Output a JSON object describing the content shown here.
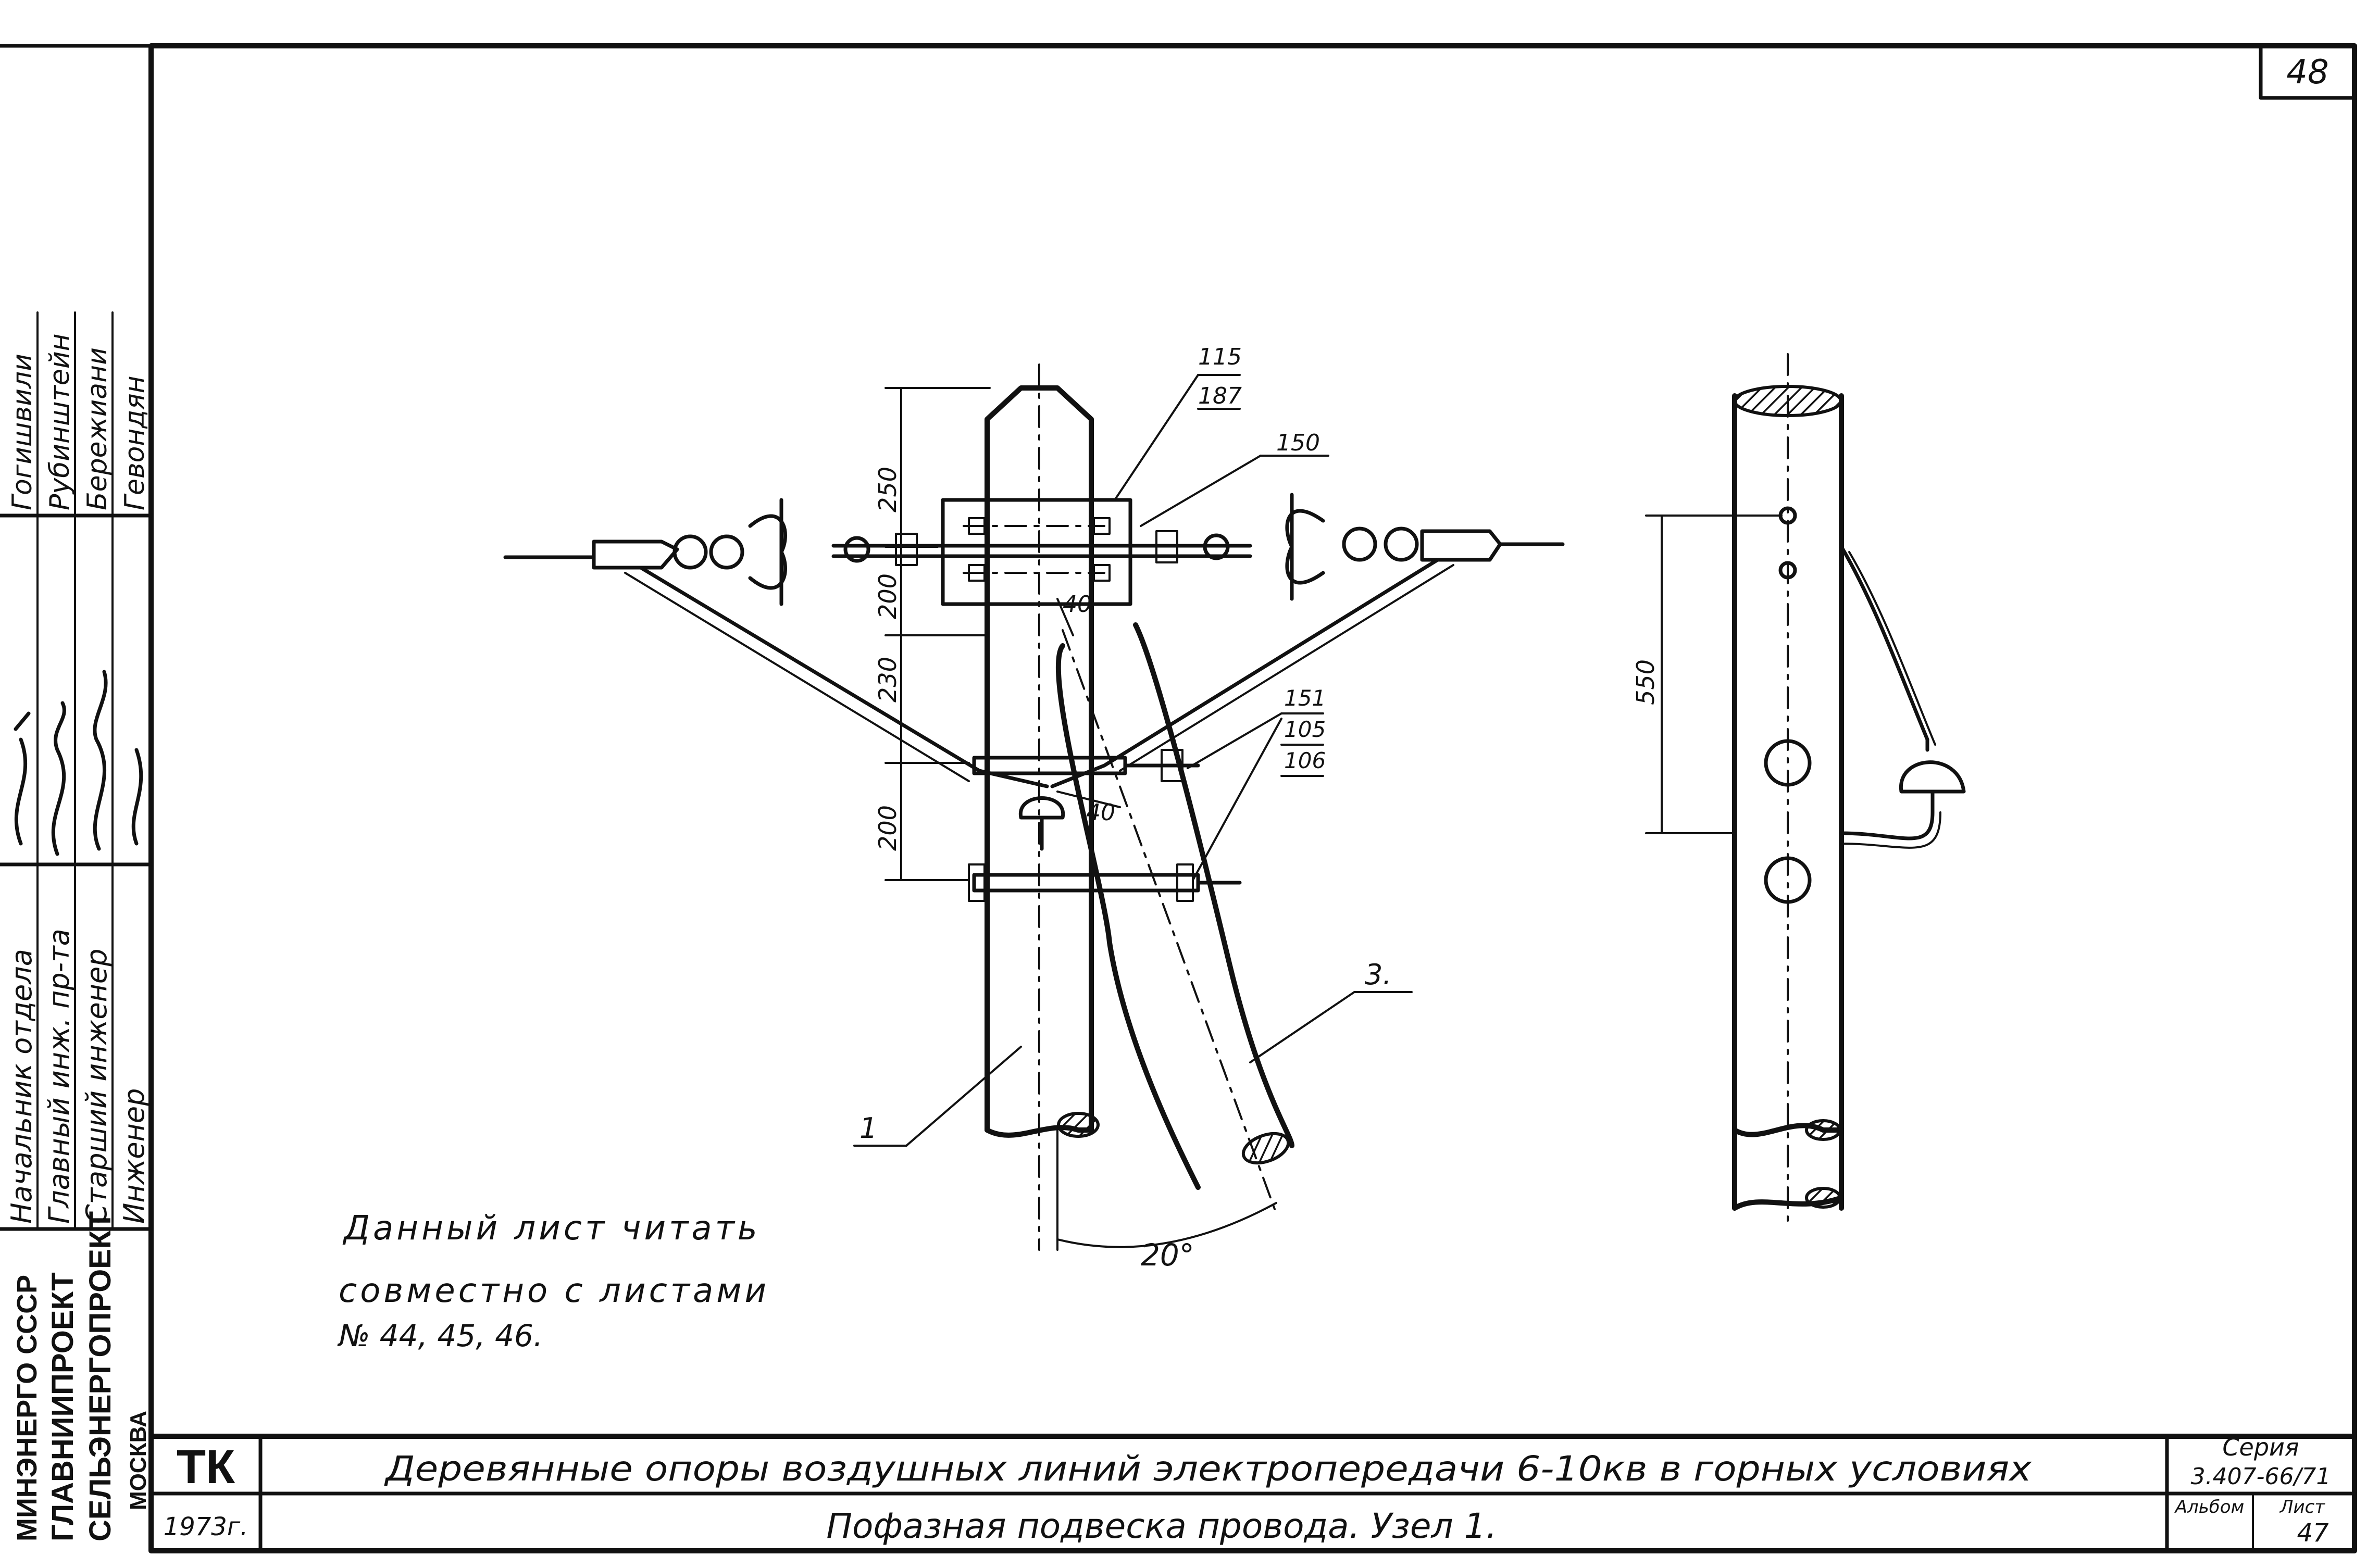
{
  "sheet_number": "48",
  "notes": {
    "line1": "Данный лист читать",
    "line2": "совместно с листами",
    "line3": "№ 44, 45, 46."
  },
  "left_stamp": {
    "roles": [
      "Начальник отдела",
      "Главный инж. пр-та",
      "Старший инженер",
      "Инженер"
    ],
    "names": [
      "Гогишвили",
      "Рубинштейн",
      "Бережиани",
      "Гевондян"
    ],
    "org": {
      "line1": "МИНЭНЕРГО СССР",
      "line2": "ГЛАВНИИПРОЕКТ",
      "line3": "СЕЛЬЭНЕРГОПРОЕКТ",
      "line4": "МОСКВА"
    }
  },
  "title_block": {
    "code": "ТК",
    "year": "1973г.",
    "title": "Деревянные опоры воздушных линий электропередачи 6-10кв в горных условиях",
    "subtitle": "Пофазная подвеска провода. Узел 1.",
    "series_label": "Серия",
    "series_value": "3.407-66/71",
    "album_label": "Альбом",
    "sheet_label": "Лист",
    "album_value": "",
    "sheet_value": "47"
  },
  "callouts": {
    "c115": "115",
    "c187": "187",
    "c150": "150",
    "c151": "151",
    "c105": "105",
    "c106": "106",
    "part1": "1",
    "part3": "3."
  },
  "dimensions": {
    "d250": "250",
    "d200a": "200",
    "d230": "230",
    "d200b": "200",
    "d40a": "40",
    "d40b": "40",
    "angle": "20°",
    "d550": "550"
  }
}
